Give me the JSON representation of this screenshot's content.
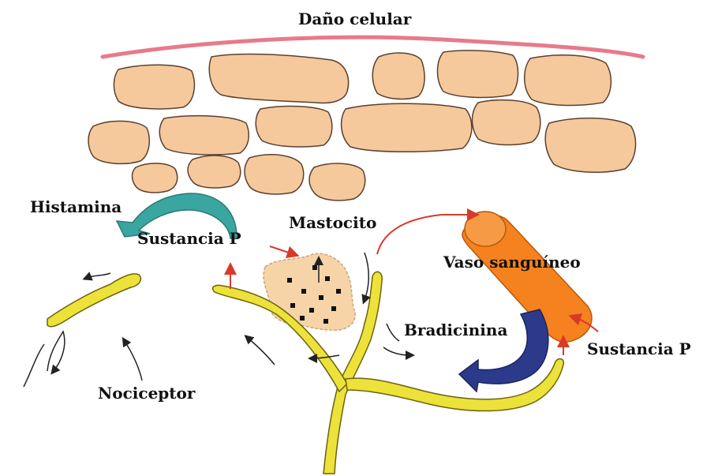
{
  "labels": {
    "cell_damage": "Daño celular",
    "histamine": "Histamina",
    "substance_p_left": "Sustancia P",
    "mast_cell": "Mastocito",
    "blood_vessel": "Vaso sanguíneo",
    "bradykinin": "Bradicinina",
    "substance_p_right": "Sustancia P",
    "nociceptor": "Nociceptor"
  },
  "colors": {
    "cell_fill": "#f5c99b",
    "cell_stroke": "#5a4030",
    "membrane": "#e87a8a",
    "nerve_fill": "#ece23a",
    "nerve_stroke": "#6d6210",
    "mast_cell_fill": "#f6d4a8",
    "vessel_fill": "#f5821f",
    "vessel_stroke": "#b85a0a",
    "histamine_arrow": "#3aa6a0",
    "bradykinin_arrow": "#2c3a8c",
    "red_arrow": "#d83a2a",
    "text": "#111111"
  }
}
